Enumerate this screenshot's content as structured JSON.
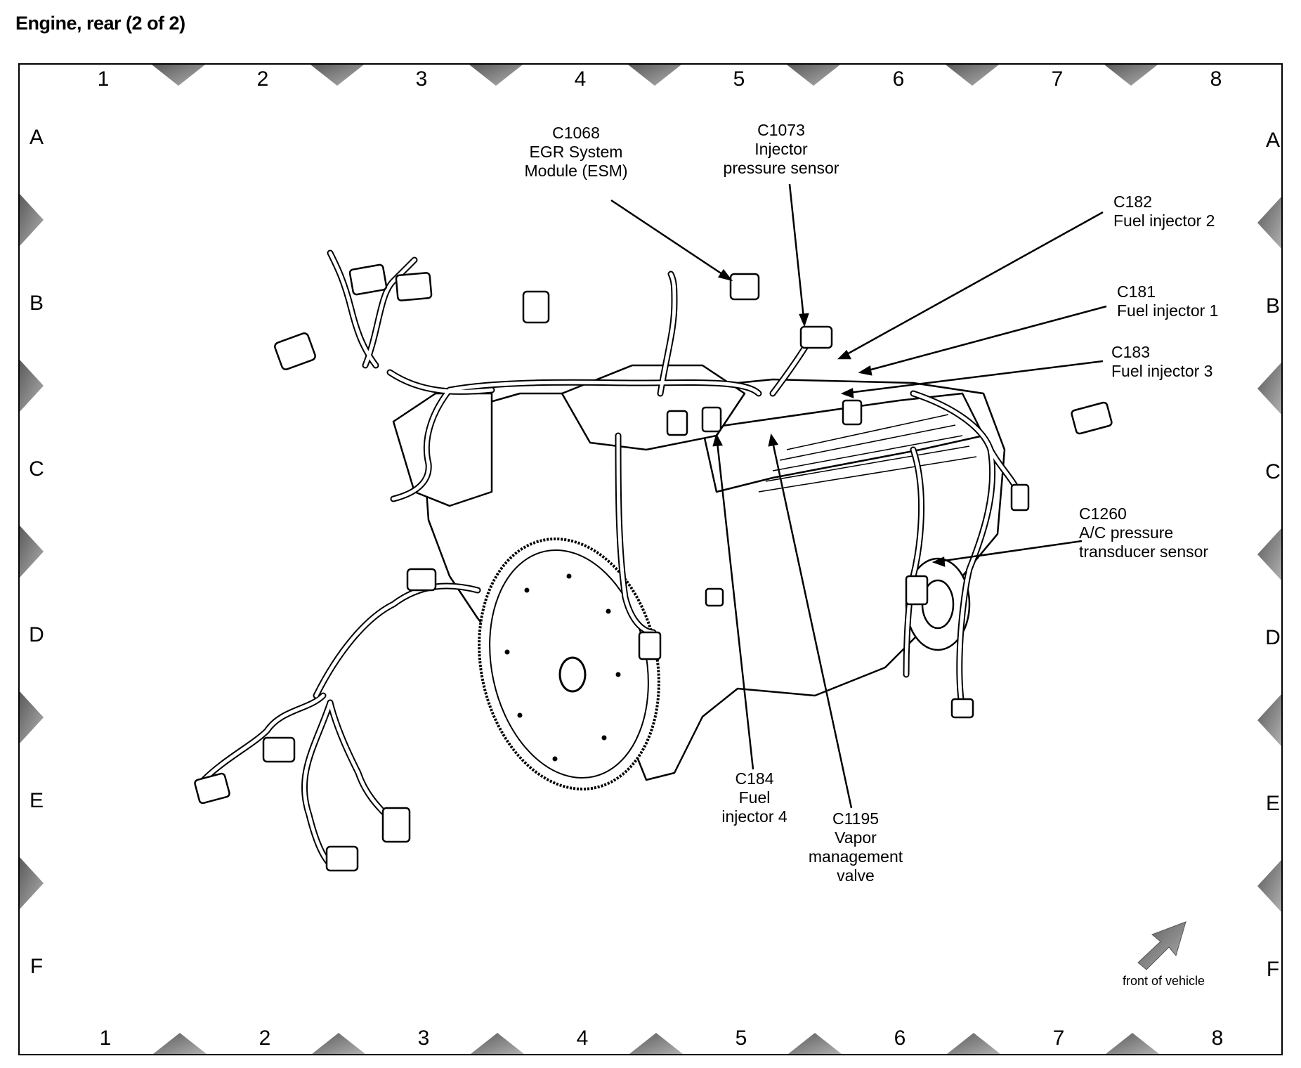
{
  "title": "Engine, rear (2 of 2)",
  "grid": {
    "columns": [
      "1",
      "2",
      "3",
      "4",
      "5",
      "6",
      "7",
      "8"
    ],
    "rows": [
      "A",
      "B",
      "C",
      "D",
      "E",
      "F"
    ]
  },
  "callouts": {
    "c1068": {
      "id": "C1068",
      "lines": [
        "EGR System",
        "Module (ESM)"
      ]
    },
    "c1073": {
      "id": "C1073",
      "lines": [
        "Injector",
        "pressure sensor"
      ]
    },
    "c182": {
      "id": "C182",
      "lines": [
        "Fuel injector 2"
      ]
    },
    "c181": {
      "id": "C181",
      "lines": [
        "Fuel injector 1"
      ]
    },
    "c183": {
      "id": "C183",
      "lines": [
        "Fuel injector 3"
      ]
    },
    "c1260": {
      "id": "C1260",
      "lines": [
        "A/C pressure",
        "transducer sensor"
      ]
    },
    "c184": {
      "id": "C184",
      "lines": [
        "Fuel",
        "injector 4"
      ]
    },
    "c1195": {
      "id": "C1195",
      "lines": [
        "Vapor",
        "management",
        "valve"
      ]
    }
  },
  "orientation_label": "front of vehicle",
  "colors": {
    "marker": "#8a8a8a",
    "line": "#000000",
    "engine_fill": "#ffffff"
  }
}
